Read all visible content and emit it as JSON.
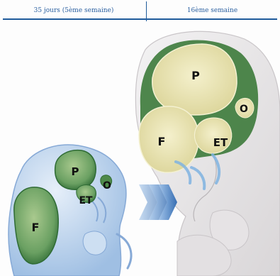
{
  "header": {
    "left_label": "35 jours (5ème semaine)",
    "right_label": "16ème semaine"
  },
  "labels": {
    "early_p": "P",
    "early_et": "ET",
    "early_o": "O",
    "early_f": "F",
    "late_p": "P",
    "late_o": "O",
    "late_f": "F",
    "late_et": "ET"
  },
  "colors": {
    "header_blue": "#1f5b9b",
    "embryo_blue": "#bcd3ee",
    "vesicle_green": "#5f9a57",
    "brain_cream": "#ece6b2",
    "fetus_skin": "#ecebec",
    "arrow_blue": "#3a78c0"
  },
  "icons": [
    "transition-arrows-icon"
  ]
}
